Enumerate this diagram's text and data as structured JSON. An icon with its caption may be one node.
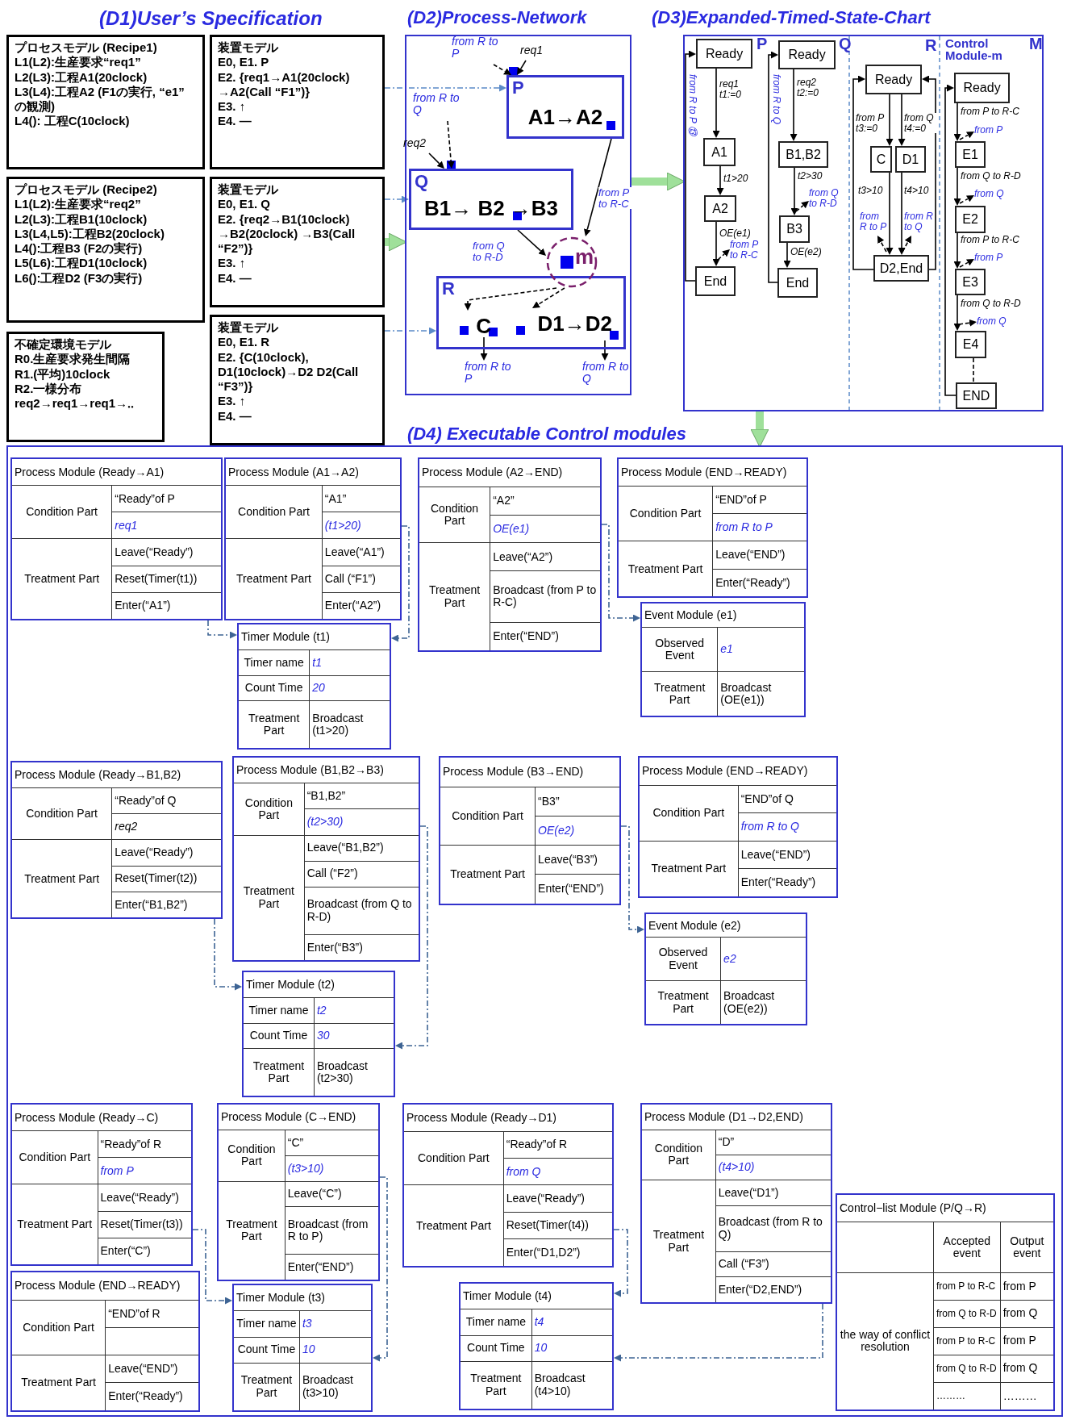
{
  "diagram": {
    "nodes": [
      {
        "text": [
          "プロセスモデル (Recipe1)",
          "L1(L2):生産要求“req1”",
          "L2(L3):工程A1(20clock)",
          "L3(L4):工程A2 (F1の実行, “e1” の観測)",
          "L4(): 工程C(10clock)"
        ]
      },
      {
        "text": [
          "装置モデル",
          "E0, E1.  P",
          "E2. {req1→A1(20clock) →A2(Call “F1”)}",
          "E3. ↑",
          "E4. —"
        ]
      },
      {
        "text": [
          "プロセスモデル (Recipe2)",
          "L1(L2):生産要求“req2”",
          "L2(L3):工程B1(10clock)",
          "L3(L4,L5):工程B2(20clock)",
          "L4():工程B3 (F2の実行)",
          "L5(L6):工程D1(10clock)",
          "L6():工程D2 (F3の実行)"
        ]
      },
      {
        "text": [
          "装置モデル",
          "E0, E1.  Q",
          "E2. {req2→B1(10clock) →B2(20clock) →B3(Call “F2”)}",
          "E3. ↑",
          "E4. —"
        ]
      },
      {
        "text": [
          "不確定環境モデル",
          "R0.生産要求発生間隔",
          "R1.(平均)10clock",
          "R2.一様分布",
          "req2→req1→req1→‥"
        ]
      },
      {
        "text": [
          "装置モデル",
          "E0, E1.  R",
          "E2. {C(10clock), D1(10clock)→D2 D2(Call “F3”)}",
          "E3. ↑",
          "E4. —"
        ]
      },
      {
        "text": [
          "(D2)Process-Network"
        ]
      },
      {
        "text": [
          "P",
          "A1→A2"
        ],
        "in": 6
      },
      {
        "text": [
          "Q",
          "B1→ B2 →B3"
        ],
        "in": 6
      },
      {
        "text": [
          "R"
        ],
        "in": 6
      },
      {
        "text": [
          "C"
        ],
        "in": 9
      },
      {
        "text": [
          "D1→D2"
        ],
        "in": 9
      },
      {
        "text": [
          "from R to P"
        ],
        "in": 6
      },
      {
        "text": [
          "req1"
        ],
        "in": 6
      },
      {
        "text": [
          "from R to Q"
        ],
        "in": 6
      },
      {
        "text": [
          "req2"
        ],
        "in": 6
      },
      {
        "text": [
          "m"
        ],
        "in": 6
      },
      {
        "text": [
          "from R to P"
        ],
        "in": 6
      },
      {
        "text": [
          "from R to Q"
        ],
        "in": 6
      },
      {
        "text": [
          "(D3)Expanded-Timed-State-Chart"
        ]
      },
      {
        "text": [
          "Ready"
        ],
        "in": 19
      },
      {
        "text": [
          "A1"
        ],
        "in": 19
      },
      {
        "text": [
          "A2"
        ],
        "in": 19
      },
      {
        "text": [
          "End"
        ],
        "in": 19
      },
      {
        "text": [
          "Ready"
        ],
        "in": 19
      },
      {
        "text": [
          "B1,B2"
        ],
        "in": 19
      },
      {
        "text": [
          "B3"
        ],
        "in": 19
      },
      {
        "text": [
          "End"
        ],
        "in": 19
      },
      {
        "text": [
          "Ready"
        ],
        "in": 19
      },
      {
        "text": [
          "C"
        ],
        "in": 19
      },
      {
        "text": [
          "D1"
        ],
        "in": 19
      },
      {
        "text": [
          "D2,End"
        ],
        "in": 19
      },
      {
        "text": [
          "Ready"
        ],
        "in": 19
      },
      {
        "text": [
          "E1"
        ],
        "in": 19
      },
      {
        "text": [
          "E2"
        ],
        "in": 19
      },
      {
        "text": [
          "E3"
        ],
        "in": 19
      },
      {
        "text": [
          "E4"
        ],
        "in": 19
      },
      {
        "text": [
          "END"
        ],
        "in": 19
      },
      {
        "text": [
          "from P to R-C"
        ],
        "in": 19
      },
      {
        "text": [
          "from Q to R-D"
        ],
        "in": 19
      },
      {
        "text": [
          "from R to P"
        ],
        "in": 19
      },
      {
        "text": [
          "from R to Q"
        ],
        "in": 19
      },
      {
        "text": [
          "from P"
        ],
        "in": 19
      },
      {
        "text": [
          "from Q"
        ],
        "in": 19
      },
      {
        "text": [
          "from P"
        ],
        "in": 19
      },
      {
        "text": [
          "from Q"
        ],
        "in": 19
      },
      {
        "text": [
          "(D4) Executable Control modules"
        ]
      },
      {
        "text": [
          "Process Module (Ready→A1)",
          "Condition Part",
          "“Ready”of P",
          "req1",
          "Treatment Part",
          "Leave(“Ready”)",
          "Reset(Timer(t1))",
          "Enter(“A1”)"
        ],
        "in": 46
      },
      {
        "text": [
          "Process Module (A1→A2)",
          "Condition Part",
          "“A1”",
          "(t1>20)",
          "Treatment Part",
          "Leave(“A1”)",
          "Call (“F1”)",
          "Enter(“A2”)"
        ],
        "in": 46
      },
      {
        "text": [
          "Timer Module (t1)",
          "Timer name",
          "t1",
          "Count Time",
          "20",
          "Treatment Part",
          "Broadcast (t1>20)"
        ],
        "in": 46
      },
      {
        "text": [
          "Process Module (A2→END)",
          "Condition Part",
          "“A2”",
          "OE(e1)",
          "Treatment Part",
          "Leave(“A2”)",
          "Broadcast (from P to R-C)",
          "Enter(“END”)"
        ],
        "in": 46
      },
      {
        "text": [
          "Process Module (END→READY)",
          "Condition Part",
          "“END”of P",
          "from R to P",
          "Treatment Part",
          "Leave(“END”)",
          "Enter(“Ready”)"
        ],
        "in": 46
      },
      {
        "text": [
          "Event Module (e1)",
          "Observed Event",
          "e1",
          "Treatment Part",
          "Broadcast (OE(e1))"
        ],
        "in": 46
      },
      {
        "text": [
          "Process Module (Ready→B1,B2)",
          "Condition Part",
          "“Ready”of Q",
          "req2",
          "Treatment Part",
          "Leave(“Ready”)",
          "Reset(Timer(t2))",
          "Enter(“B1,B2”)"
        ],
        "in": 46
      },
      {
        "text": [
          "Process Module (B1,B2→B3)",
          "Condition Part",
          "“B1,B2”",
          "(t2>30)",
          "Treatment Part",
          "Leave(“B1,B2”)",
          "Call (“F2”)",
          "Broadcast (from Q to R-D)",
          "Enter(“B3”)"
        ],
        "in": 46
      },
      {
        "text": [
          "Process Module (B3→END)",
          "Condition Part",
          "“B3”",
          "OE(e2)",
          "Treatment Part",
          "Leave(“B3”)",
          "Enter(“END”)"
        ],
        "in": 46
      },
      {
        "text": [
          "Process Module (END→READY)",
          "Condition Part",
          "“END”of Q",
          "from R to Q",
          "Treatment Part",
          "Leave(“END”)",
          "Enter(“Ready”)"
        ],
        "in": 46
      },
      {
        "text": [
          "Event Module (e2)",
          "Observed Event",
          "e2",
          "Treatment Part",
          "Broadcast (OE(e2))"
        ],
        "in": 46
      },
      {
        "text": [
          "Timer Module (t2)",
          "Timer name",
          "t2",
          "Count Time",
          "30",
          "Treatment Part",
          "Broadcast (t2>30)"
        ],
        "in": 46
      },
      {
        "text": [
          "Process Module (Ready→C)",
          "Condition Part",
          "“Ready”of R",
          "from P",
          "Treatment Part",
          "Leave(“Ready”)",
          "Reset(Timer(t3))",
          "Enter(“C”)"
        ],
        "in": 46
      },
      {
        "text": [
          "Process Module (C→END)",
          "Condition Part",
          "“C”",
          "(t3>10)",
          "Treatment Part",
          "Leave(“C”)",
          "Broadcast (from R to P)",
          "Enter(“END”)"
        ],
        "in": 46
      },
      {
        "text": [
          "Process Module (Ready→D1)",
          "Condition Part",
          "“Ready”of R",
          "from Q",
          "Treatment Part",
          "Leave(“Ready”)",
          "Reset(Timer(t4))",
          "Enter(“D1,D2”)"
        ],
        "in": 46
      },
      {
        "text": [
          "Process Module (D1→D2,END)",
          "Condition Part",
          "“D”",
          "(t4>10)",
          "Treatment Part",
          "Leave(“D1”)",
          "Broadcast (from R to Q)",
          "Call (“F3”)",
          "Enter(“D2,END”)"
        ],
        "in": 46
      },
      {
        "text": [
          "Process Module (END→READY)",
          "Condition Part",
          "“END”of R",
          "Treatment Part",
          "Leave(“END”)",
          "Enter(“Ready”)"
        ],
        "in": 46
      },
      {
        "text": [
          "Timer Module (t3)",
          "Timer name",
          "t3",
          "Count Time",
          "10",
          "Treatment Part",
          "Broadcast (t3>10)"
        ],
        "in": 46
      },
      {
        "text": [
          "Timer Module (t4)",
          "Timer name",
          "t4",
          "Count Time",
          "10",
          "Treatment Part",
          "Broadcast (t4>10)"
        ],
        "in": 46
      },
      {
        "text": [
          "Control−list Module (P/Q→R)",
          "Accepted event",
          "Output event",
          "the way of conflict resolution",
          "from P to R-C",
          "from P",
          "from Q to R-D",
          "from Q",
          "from P to R-C",
          "from P",
          "from Q to R-D",
          "from Q",
          "………",
          "………"
        ],
        "in": 46
      }
    ],
    "edges": [
      {
        "from": 1,
        "to": 7,
        "arrow": "to",
        "style": "dashed",
        "color": "#5b8bc8"
      },
      {
        "from": 3,
        "to": 8,
        "arrow": "to",
        "style": "dashed",
        "color": "#5b8bc8"
      },
      {
        "from": 5,
        "to": 9,
        "arrow": "to",
        "style": "dashed",
        "color": "#5b8bc8"
      },
      {
        "from": 3,
        "to": 6,
        "arrow": "to",
        "style": "thick",
        "color": "#9fe09a"
      },
      {
        "from": 12,
        "to": 7,
        "arrow": "to",
        "style": "dashed"
      },
      {
        "from": 13,
        "to": 7,
        "arrow": "to"
      },
      {
        "from": 14,
        "to": 8,
        "arrow": "to",
        "style": "dashed"
      },
      {
        "from": 15,
        "to": 8,
        "arrow": "to"
      },
      {
        "from": 7,
        "to": 16,
        "label": "from P to R-C",
        "arrow": "to"
      },
      {
        "from": 8,
        "to": 16,
        "label": "from Q to R-D",
        "arrow": "to"
      },
      {
        "from": 16,
        "to": 10,
        "arrow": "to",
        "style": "dashed"
      },
      {
        "from": 16,
        "to": 11,
        "arrow": "to",
        "style": "dashed"
      },
      {
        "from": 10,
        "to": 17,
        "arrow": "to"
      },
      {
        "from": 11,
        "to": 18,
        "arrow": "to"
      },
      {
        "from": 6,
        "to": 19,
        "arrow": "to",
        "style": "thick",
        "color": "#9fe09a"
      },
      {
        "from": 20,
        "to": 21,
        "label": "req1 t1:=0",
        "arrow": "to"
      },
      {
        "from": 21,
        "to": 22,
        "label": "t1>20",
        "arrow": "to"
      },
      {
        "from": 22,
        "to": 23,
        "label": "OE(e1)",
        "arrow": "to"
      },
      {
        "from": 23,
        "to": 20,
        "label": "from R to P ⑬",
        "arrow": "to"
      },
      {
        "from": null,
        "to": 38,
        "arrow": "to",
        "style": "dashed"
      },
      {
        "from": 24,
        "to": 25,
        "label": "req2 t2:=0",
        "arrow": "to"
      },
      {
        "from": 25,
        "to": 26,
        "label": "t2>30",
        "arrow": "to"
      },
      {
        "from": 26,
        "to": 27,
        "label": "OE(e2)",
        "arrow": "to"
      },
      {
        "from": 27,
        "to": 24,
        "label": "from R to Q",
        "arrow": "to"
      },
      {
        "from": null,
        "to": 39,
        "arrow": "to",
        "style": "dashed"
      },
      {
        "from": 28,
        "to": 29,
        "label": "from P t3:=0",
        "arrow": "to"
      },
      {
        "from": 28,
        "to": 30,
        "label": "from Q t4:=0",
        "arrow": "to"
      },
      {
        "from": 29,
        "to": 31,
        "label": "t3>10",
        "arrow": "to"
      },
      {
        "from": 30,
        "to": 31,
        "label": "t4>10",
        "arrow": "to"
      },
      {
        "from": 31,
        "to": 28,
        "arrow": "to"
      },
      {
        "from": 31,
        "to": 28,
        "arrow": "to"
      },
      {
        "from": null,
        "to": 40,
        "arrow": "to",
        "style": "dashed"
      },
      {
        "from": null,
        "to": 41,
        "arrow": "to",
        "style": "dashed"
      },
      {
        "from": 32,
        "to": 33,
        "label": "from P to R-C",
        "arrow": "to"
      },
      {
        "from": null,
        "to": 42,
        "arrow": "to",
        "style": "dashed"
      },
      {
        "from": 33,
        "to": 34,
        "label": "from Q to R-D",
        "arrow": "to"
      },
      {
        "from": null,
        "to": 43,
        "arrow": "to",
        "style": "dashed"
      },
      {
        "from": 34,
        "to": 35,
        "label": "from P to R-C",
        "arrow": "to"
      },
      {
        "from": null,
        "to": 44,
        "arrow": "to",
        "style": "dashed"
      },
      {
        "from": 35,
        "to": 36,
        "label": "from Q to R-D",
        "arrow": "to"
      },
      {
        "from": null,
        "to": 45,
        "arrow": "to",
        "style": "dashed"
      },
      {
        "from": 36,
        "to": 37,
        "arrow": "none",
        "style": "dashed"
      },
      {
        "from": 37,
        "to": 32,
        "arrow": "to"
      },
      {
        "from": 19,
        "to": 46,
        "arrow": "to",
        "style": "thick",
        "color": "#9fe09a"
      },
      {
        "from": 47,
        "to": 49,
        "arrow": "to",
        "style": "dashed",
        "color": "#3e6494"
      },
      {
        "from": 48,
        "to": 49,
        "arrow": "to",
        "style": "dashed",
        "color": "#3e6494"
      },
      {
        "from": 50,
        "to": 52,
        "arrow": "to",
        "style": "dashed",
        "color": "#3e6494"
      },
      {
        "from": 53,
        "to": 58,
        "arrow": "to",
        "style": "dashed",
        "color": "#3e6494"
      },
      {
        "from": 54,
        "to": 58,
        "arrow": "to",
        "style": "dashed",
        "color": "#3e6494"
      },
      {
        "from": 55,
        "to": 57,
        "arrow": "to",
        "style": "dashed",
        "color": "#3e6494"
      },
      {
        "from": 59,
        "to": 64,
        "arrow": "to",
        "style": "dashed",
        "color": "#3e6494"
      },
      {
        "from": 60,
        "to": 64,
        "arrow": "to",
        "style": "dashed",
        "color": "#3e6494"
      },
      {
        "from": 61,
        "to": 65,
        "arrow": "to",
        "style": "dashed",
        "color": "#3e6494"
      },
      {
        "from": 62,
        "to": 65,
        "arrow": "to",
        "style": "dashed",
        "color": "#3e6494"
      }
    ],
    "labels": [
      "(D1)User’s Specification",
      "P",
      "Q",
      "R",
      "Control Module-m",
      "M"
    ]
  }
}
